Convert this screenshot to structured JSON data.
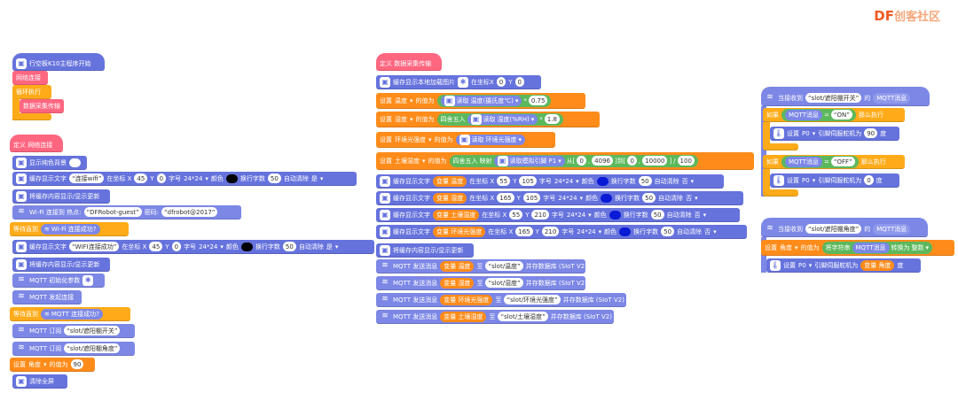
{
  "watermark": {
    "brand": "DF",
    "suffix": "创客社区"
  },
  "col1": {
    "start": "行空板K10主程序开始",
    "network": "网络连接",
    "loop": "循环执行",
    "data_send": "数据采集传输",
    "def_network": "定义 网络连接",
    "bg": "显示纯色背景",
    "cache1": {
      "pre": "缓存显示文字",
      "text": "连接wifi",
      "x": "45",
      "y": "0",
      "font": "24*24",
      "color_label": "颜色",
      "wrap": "换行字数",
      "wrap_n": "50",
      "auto": "自动清除",
      "auto_v": "是"
    },
    "refresh1": "将缓存内容显示/显示更新",
    "wifi": {
      "pre": "Wi-Fi 连接到 热点:",
      "ssid": "DFRobot-guest",
      "pwd_label": "密码:",
      "pwd": "dfrobot@2017"
    },
    "wait1": {
      "pre": "等待直到",
      "cond": "Wi-Fi 连接成功?"
    },
    "cache2": {
      "pre": "缓存显示文字",
      "text": "WIFI连接成功",
      "x": "45",
      "y": "0",
      "font": "24*24",
      "color_label": "颜色",
      "wrap": "换行字数",
      "wrap_n": "50",
      "auto": "自动清除",
      "auto_v": "是"
    },
    "refresh2": "将缓存内容显示/显示更新",
    "mqtt_init": "MQTT 初始化参数",
    "mqtt_connect": "MQTT 发起连接",
    "wait2": {
      "pre": "等待直到",
      "cond": "MQTT 连接成功?"
    },
    "sub1": {
      "pre": "MQTT 订阅",
      "topic": "slot/遮阳棚开关"
    },
    "sub2": {
      "pre": "MQTT 订阅",
      "topic": "slot/遮阳棚角度"
    },
    "set_angle": {
      "pre": "设置",
      "var": "角度",
      "mid": "的值为",
      "val": "90"
    },
    "clear": "清除全屏"
  },
  "col2": {
    "def": "定义 数据采集传输",
    "img": {
      "pre": "缓存显示本地加载图片",
      "x_label": "在坐标X",
      "x": "0",
      "y_label": "Y",
      "y": "0"
    },
    "temp": {
      "pre": "设置",
      "var": "温度",
      "mid": "的值为",
      "read": "读取",
      "item": "温度(摄氏度℃)",
      "op": "*",
      "val": "0.75"
    },
    "humi": {
      "pre": "设置",
      "var": "湿度",
      "mid": "的值为",
      "round": "四舍五入",
      "read": "读取",
      "item": "湿度(%RH)",
      "op": "*",
      "val": "1.8"
    },
    "light": {
      "pre": "设置",
      "var": "环境光强度",
      "mid": "的值为",
      "read": "读取",
      "item": "环境光强度"
    },
    "soil": {
      "pre": "设置",
      "var": "土壤湿度",
      "mid": "的值为",
      "round": "四舍五入",
      "map": "映射",
      "read": "读取模拟引脚",
      "pin": "P1",
      "from": "从[",
      "a": "0",
      "b": "4096",
      "to": "]到[",
      "c": "0",
      "d": "10000",
      "div": "/",
      "val": "100"
    },
    "rows": [
      {
        "var": "温度",
        "x": "55",
        "y": "105"
      },
      {
        "var": "湿度",
        "x": "165",
        "y": "105"
      },
      {
        "var": "土壤湿度",
        "x": "55",
        "y": "210"
      },
      {
        "var": "环境光强度",
        "x": "165",
        "y": "210"
      }
    ],
    "row_pre": "缓存显示文字",
    "row_var_pre": "变量",
    "row_xlabel": "在坐标 X",
    "row_ylabel": "Y",
    "row_font_label": "字号",
    "row_font": "24*24",
    "row_color": "颜色",
    "row_wrap": "换行字数",
    "row_wrap_n": "50",
    "row_auto": "自动清除",
    "row_auto_v": "否",
    "refresh": "将缓存内容显示/显示更新",
    "sends": [
      {
        "var": "温度",
        "topic": "slot/温度"
      },
      {
        "var": "湿度",
        "topic": "slot/湿度"
      },
      {
        "var": "环境光强度",
        "topic": "slot/环境光强度"
      },
      {
        "var": "土壤湿度",
        "topic": "slot/土壤湿度"
      }
    ],
    "send_pre": "MQTT 发送消息",
    "send_var_pre": "变量",
    "send_to": "至",
    "send_save": "并存数据库 (SIoT V2)"
  },
  "col3": {
    "recv1": {
      "pre": "当接收到",
      "topic": "slot/遮阳棚开关",
      "post": "的",
      "msg": "MQTT消息"
    },
    "if1": {
      "pre": "如果",
      "msg": "MQTT消息",
      "op": "=",
      "val": "ON",
      "then": "那么执行"
    },
    "servo1": {
      "pre": "设置",
      "pin": "P0",
      "mid": "引脚伺服舵机为",
      "val": "90",
      "unit": "度"
    },
    "if2": {
      "pre": "如果",
      "msg": "MQTT消息",
      "op": "=",
      "val": "OFF",
      "then": "那么执行"
    },
    "servo2": {
      "pre": "设置",
      "pin": "P0",
      "mid": "引脚伺服舵机为",
      "val": "0",
      "unit": "度"
    },
    "recv2": {
      "pre": "当接收到",
      "topic": "slot/遮阳棚角度",
      "post": "的",
      "msg": "MQTT消息"
    },
    "set_angle": {
      "pre": "设置",
      "var": "角度",
      "mid": "的值为",
      "conv": "将字符串",
      "msg": "MQTT消息",
      "conv2": "转换为",
      "type": "整数"
    },
    "servo3": {
      "pre": "设置",
      "pin": "P0",
      "mid": "引脚伺服舵机为",
      "var_pre": "变量",
      "var": "角度",
      "unit": "度"
    }
  }
}
